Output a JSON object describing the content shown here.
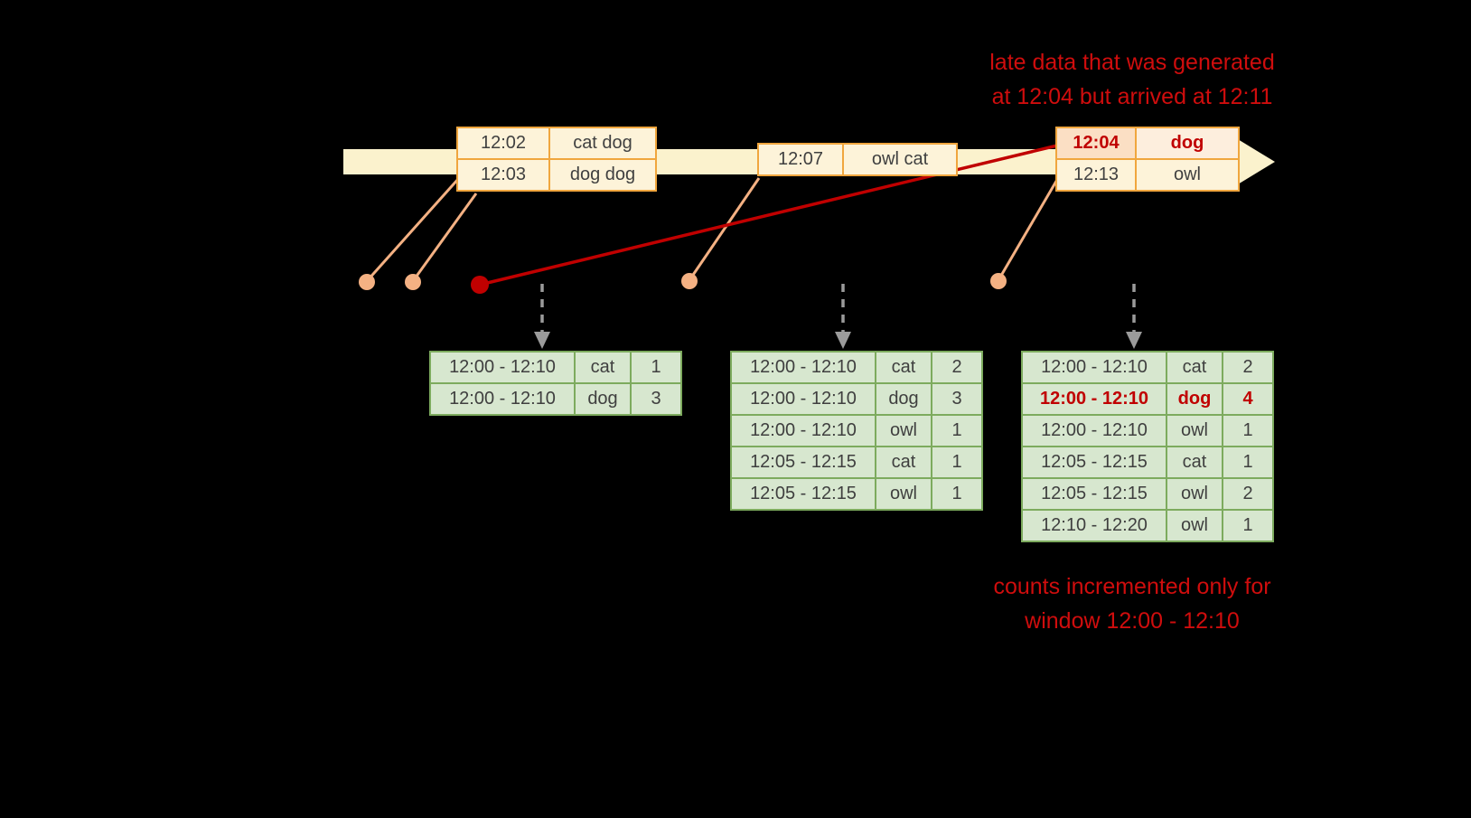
{
  "colors": {
    "background": "#000000",
    "timeline_arrow": "#fbf2cd",
    "event_table_border": "#f0a63e",
    "event_table_fill": "#fdf3d9",
    "late_cell_fill": "#fbdfc4",
    "connector_salmon": "#f4b183",
    "late_red": "#c00000",
    "trigger_arrow_gray": "#9b9b9b",
    "result_table_border": "#7dab5e",
    "result_table_fill": "#d7e7cf"
  },
  "annotations": {
    "late_data": {
      "line1": "late data that was generated",
      "line2": "at 12:04 but arrived at 12:11"
    },
    "counts_note": {
      "line1": "counts incremented only for",
      "line2": "window 12:00 - 12:10"
    }
  },
  "event_tables": {
    "batch1": {
      "rows": [
        {
          "time": "12:02",
          "words": "cat dog"
        },
        {
          "time": "12:03",
          "words": "dog dog"
        }
      ]
    },
    "batch2": {
      "rows": [
        {
          "time": "12:07",
          "words": "owl cat"
        }
      ]
    },
    "batch3": {
      "rows": [
        {
          "time": "12:04",
          "words": "dog"
        },
        {
          "time": "12:13",
          "words": "owl"
        }
      ]
    }
  },
  "result_tables": {
    "t1": {
      "rows": [
        {
          "window": "12:00 - 12:10",
          "word": "cat",
          "count": "1"
        },
        {
          "window": "12:00 - 12:10",
          "word": "dog",
          "count": "3"
        }
      ]
    },
    "t2": {
      "rows": [
        {
          "window": "12:00 - 12:10",
          "word": "cat",
          "count": "2"
        },
        {
          "window": "12:00 - 12:10",
          "word": "dog",
          "count": "3"
        },
        {
          "window": "12:00 - 12:10",
          "word": "owl",
          "count": "1"
        },
        {
          "window": "12:05 - 12:15",
          "word": "cat",
          "count": "1"
        },
        {
          "window": "12:05 - 12:15",
          "word": "owl",
          "count": "1"
        }
      ]
    },
    "t3": {
      "rows": [
        {
          "window": "12:00 - 12:10",
          "word": "cat",
          "count": "2"
        },
        {
          "window": "12:00 - 12:10",
          "word": "dog",
          "count": "4"
        },
        {
          "window": "12:00 - 12:10",
          "word": "owl",
          "count": "1"
        },
        {
          "window": "12:05 - 12:15",
          "word": "cat",
          "count": "1"
        },
        {
          "window": "12:05 - 12:15",
          "word": "owl",
          "count": "2"
        },
        {
          "window": "12:10 - 12:20",
          "word": "owl",
          "count": "1"
        }
      ]
    }
  }
}
